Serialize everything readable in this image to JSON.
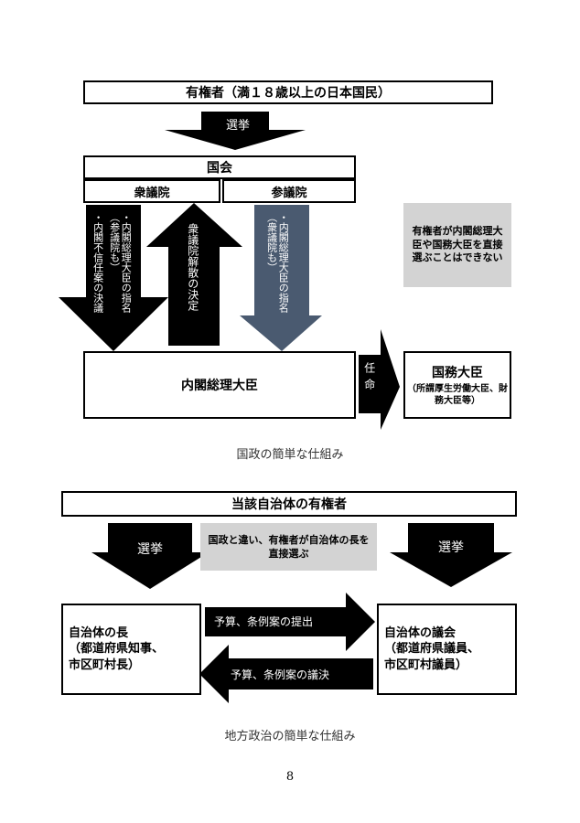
{
  "top": {
    "voters_title": "有権者（満１８歳以上の日本国民）",
    "election_label": "選挙",
    "diet_title": "国会",
    "lower_house": "衆議院",
    "upper_house": "参議院",
    "no_confidence": "・内閣不信任案の決議",
    "pm_nomination_lower": "・内閣総理大臣の指名\n（参議院も）",
    "dissolution": "衆議院解散の決定",
    "pm_nomination_upper": "・内閣総理大臣の指名\n（衆議院も）",
    "note": "有権者が内閣総理大臣や国務大臣を直接選ぶことはできない",
    "prime_minister": "内閣総理大臣",
    "appointment": "任命",
    "ministers_title": "国務大臣",
    "ministers_sub": "（所謂厚生労働大臣、財務大臣等）",
    "caption": "国政の簡単な仕組み"
  },
  "bottom": {
    "voters_title": "当該自治体の有権者",
    "election_left": "選挙",
    "election_right": "選挙",
    "note": "国政と違い、有権者が自治体の長を直接選ぶ",
    "head_title": "自治体の長\n（都道府県知事、\n市区町村長）",
    "assembly_title": "自治体の議会\n（都道府県議員、\n市区町村議員）",
    "submit_label": "予算、条例案の提出",
    "vote_label": "予算、条例案の議決",
    "caption": "地方政治の簡単な仕組み"
  },
  "page_number": "8"
}
